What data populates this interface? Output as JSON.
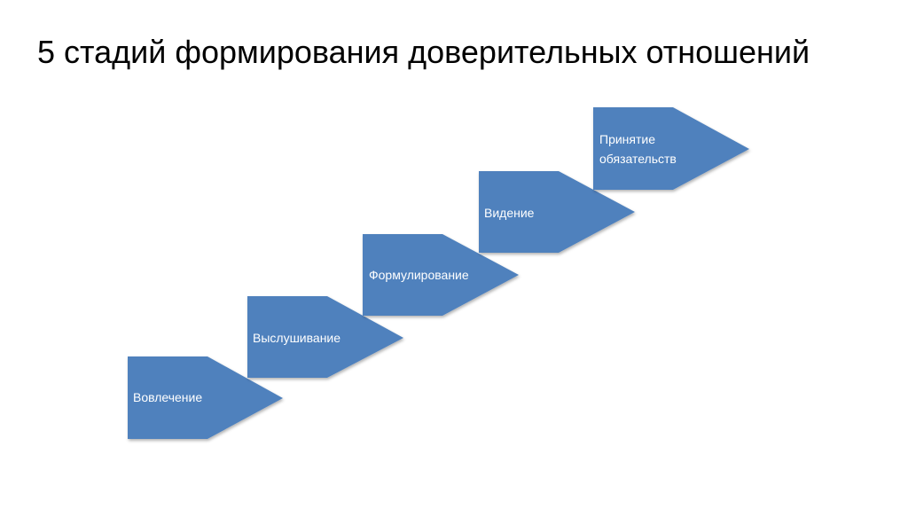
{
  "slide": {
    "title": "5 стадий формирования доверительных отношений"
  },
  "colors": {
    "arrow_fill": "#4F81BD",
    "arrow_text": "#FFFFFF"
  },
  "stages": [
    {
      "label": "Вовлечение"
    },
    {
      "label": "Выслушивание"
    },
    {
      "label": "Формулирование"
    },
    {
      "label": "Видение"
    },
    {
      "label": "Принятие обязательств"
    }
  ]
}
